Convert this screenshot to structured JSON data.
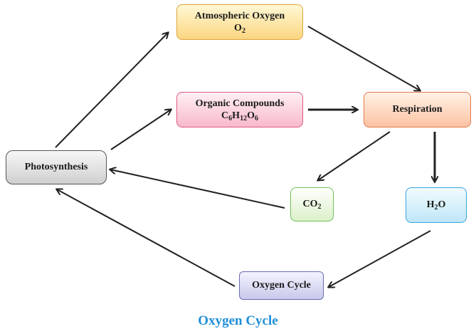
{
  "title": "Oxygen Cycle",
  "nodes": {
    "atmospheric_oxygen": {
      "label": "Atmospheric Oxygen",
      "formula_1": "O",
      "formula_1_sub": "2"
    },
    "organic_compounds": {
      "label": "Organic Compounds",
      "f_c": "C",
      "f_c_sub": "6",
      "f_h": "H",
      "f_h_sub": "12",
      "f_o": "O",
      "f_o_sub": "6"
    },
    "respiration": {
      "label": "Respiration"
    },
    "photosynthesis": {
      "label": "Photosynthesis"
    },
    "co2": {
      "base": "CO",
      "sub": "2"
    },
    "h2o": {
      "base1": "H",
      "sub": "2",
      "base2": "O"
    },
    "oxygen_cycle": {
      "label": "Oxygen Cycle"
    }
  },
  "colors": {
    "title": "#1f8fd8",
    "arrow": "#222222"
  },
  "edges": [
    {
      "from": "Photosynthesis",
      "to": "Atmospheric Oxygen"
    },
    {
      "from": "Photosynthesis",
      "to": "Organic Compounds"
    },
    {
      "from": "Atmospheric Oxygen",
      "to": "Respiration"
    },
    {
      "from": "Organic Compounds",
      "to": "Respiration"
    },
    {
      "from": "Respiration",
      "to": "CO2"
    },
    {
      "from": "Respiration",
      "to": "H2O"
    },
    {
      "from": "CO2",
      "to": "Photosynthesis"
    },
    {
      "from": "H2O",
      "to": "Oxygen Cycle"
    },
    {
      "from": "Oxygen Cycle",
      "to": "Photosynthesis"
    }
  ]
}
